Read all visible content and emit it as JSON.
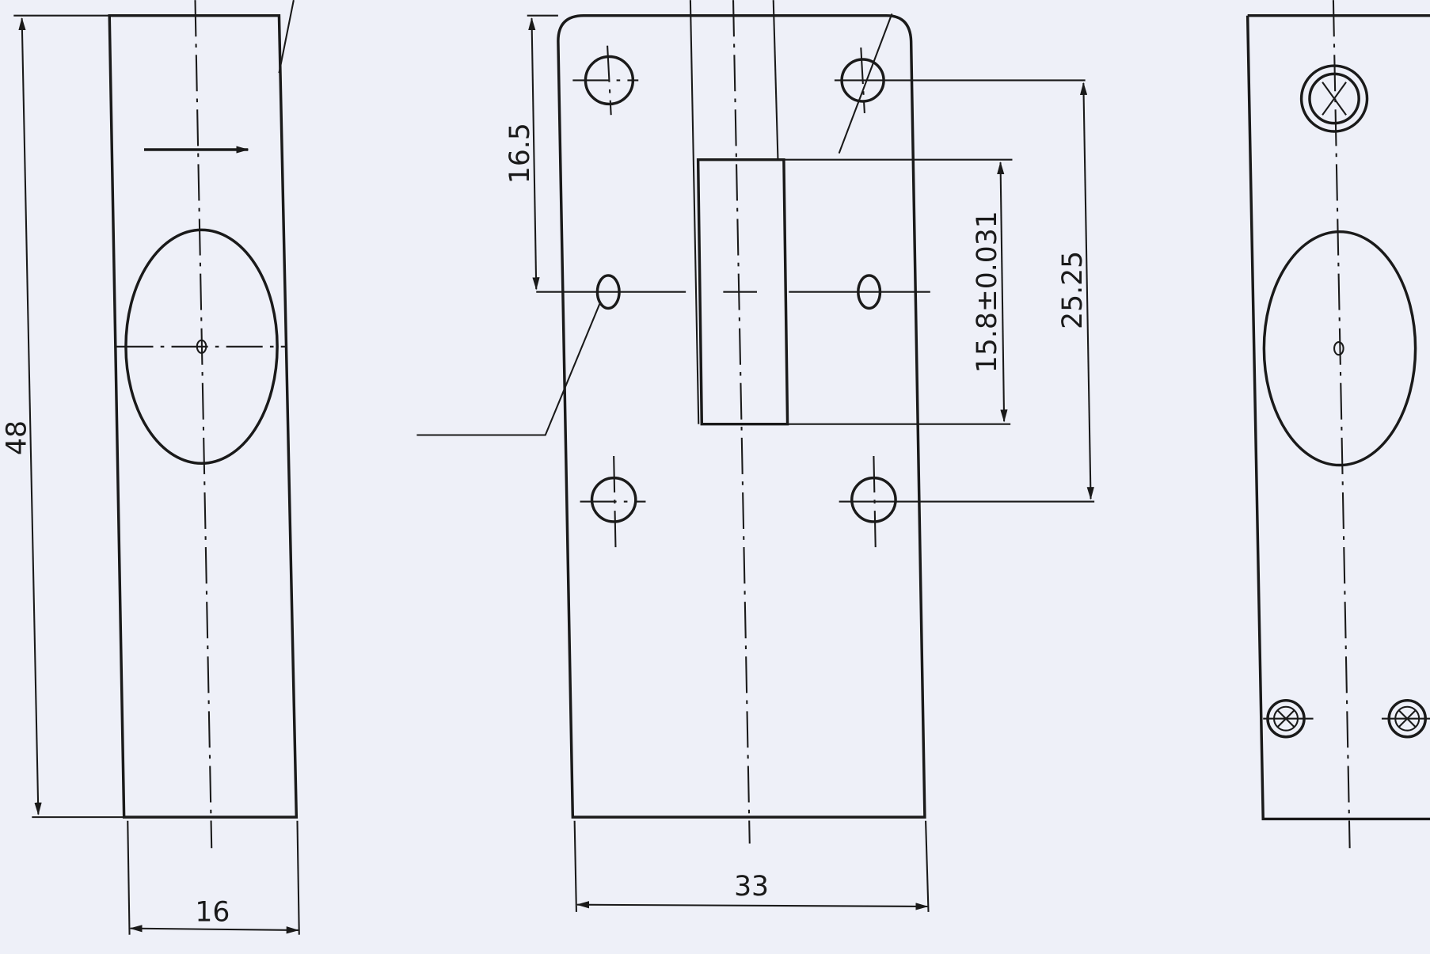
{
  "drawing": {
    "left_view": {
      "height_label": "48",
      "width_label": "16"
    },
    "front_view": {
      "top_offset_label": "16.5",
      "width_label": "33",
      "slot_label": "15.8±0.031",
      "hole_spacing_label": "25.25"
    }
  },
  "colors": {
    "paper": "#eef0f8",
    "ink": "#1a1a1a"
  }
}
